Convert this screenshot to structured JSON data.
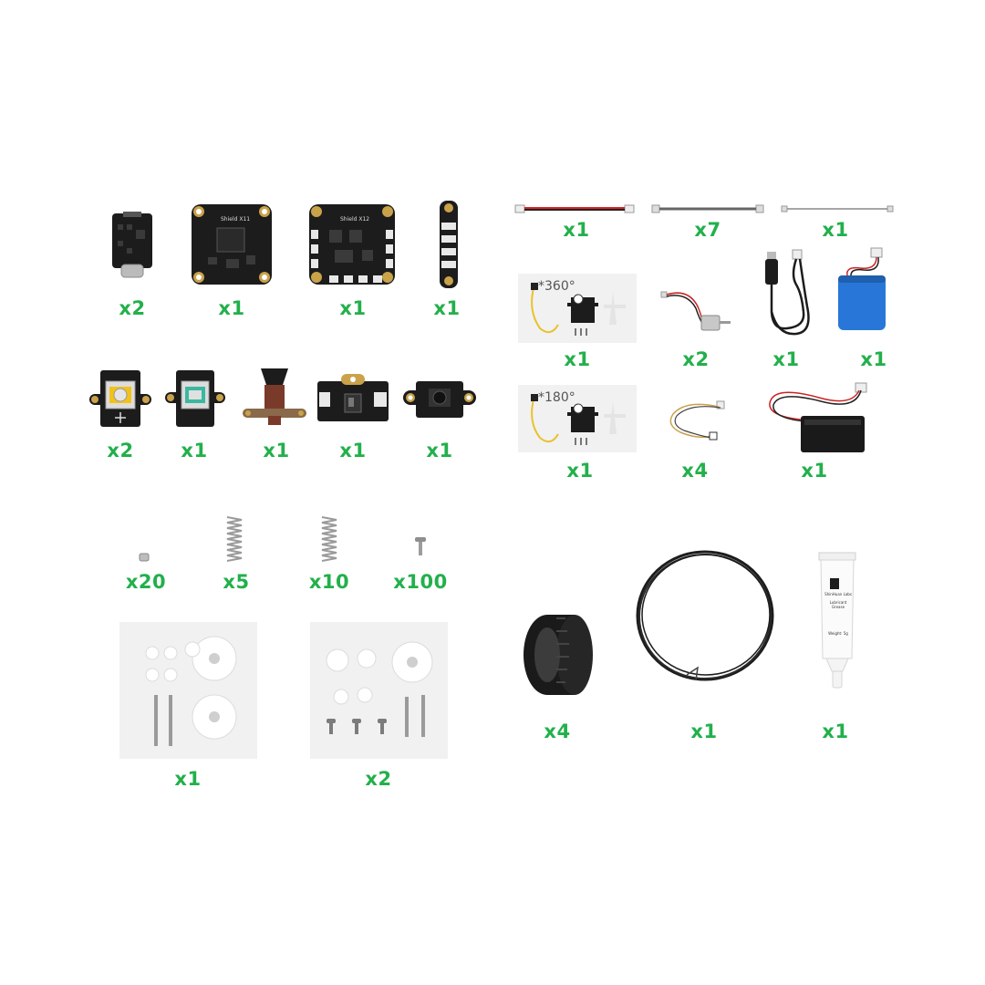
{
  "quantities": {
    "mcu_board": "x2",
    "shield_x11": "x1",
    "shield_x12": "x1",
    "led_strip": "x1",
    "cable_red": "x1",
    "cable_grey": "x7",
    "cable_thin": "x1",
    "servo_360": "x1",
    "dc_motor": "x2",
    "usb_charger": "x1",
    "battery": "x1",
    "joystick_yellow": "x2",
    "joystick_green": "x1",
    "toggle_switch": "x1",
    "slide_switch": "x1",
    "push_button": "x1",
    "servo_180": "x1",
    "led_wire": "x4",
    "battery_box": "x1",
    "nuts": "x20",
    "spring_small": "x5",
    "spring_large": "x10",
    "screws": "x100",
    "tire": "x4",
    "wire_coil": "x1",
    "grease": "x1",
    "gear_set_1": "x1",
    "gear_set_2": "x2"
  },
  "labels": {
    "shield_x11": "Shield X11",
    "shield_x12": "Shield X12",
    "servo_360": "*360°",
    "servo_180": "*180°",
    "grease_brand": "ShinHuan Labs",
    "grease_name": "Lubricant Grease",
    "grease_weight": "Weight: 5g"
  },
  "colors": {
    "quantity_text": "#22b04b",
    "pcb_black": "#1c1c1c",
    "gold_pad": "#c9a24a"
  }
}
